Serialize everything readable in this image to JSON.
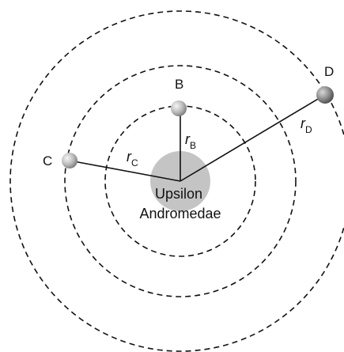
{
  "star": {
    "name_line1": "Upsilon",
    "name_line2": "Andromedae"
  },
  "planets": {
    "b": {
      "label": "B",
      "radius_symbol": "r",
      "radius_subscript": "B"
    },
    "c": {
      "label": "C",
      "radius_symbol": "r",
      "radius_subscript": "C"
    },
    "d": {
      "label": "D",
      "radius_symbol": "r",
      "radius_subscript": "D"
    }
  },
  "colors": {
    "star_glow": "#c4c4c4",
    "planet_light": "#f2f2f2",
    "planet_dark": "#8a8a8a",
    "line": "#111111"
  }
}
